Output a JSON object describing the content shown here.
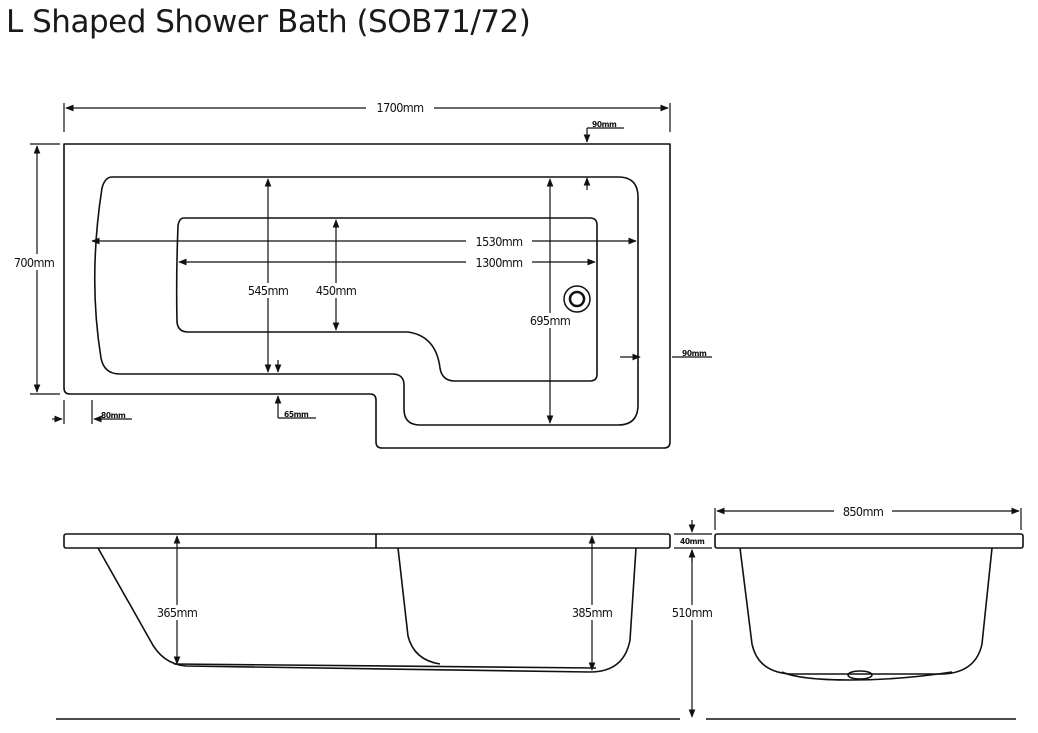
{
  "title": "L Shaped Shower Bath (SOB71/72)",
  "plan_view": {
    "overall_length": "1700mm",
    "overall_width": "700mm",
    "rim_right_top": "90mm",
    "rim_right_side": "90mm",
    "rim_left": "80mm",
    "rim_front": "65mm",
    "inner_length": "1530mm",
    "floor_length": "1300mm",
    "bather_width": "545mm",
    "floor_width": "450mm",
    "shower_width": "695mm"
  },
  "side_view": {
    "depth_left": "365mm",
    "depth_right": "385mm",
    "rim_thickness": "40mm",
    "overall_height": "510mm"
  },
  "end_view": {
    "width": "850mm"
  }
}
